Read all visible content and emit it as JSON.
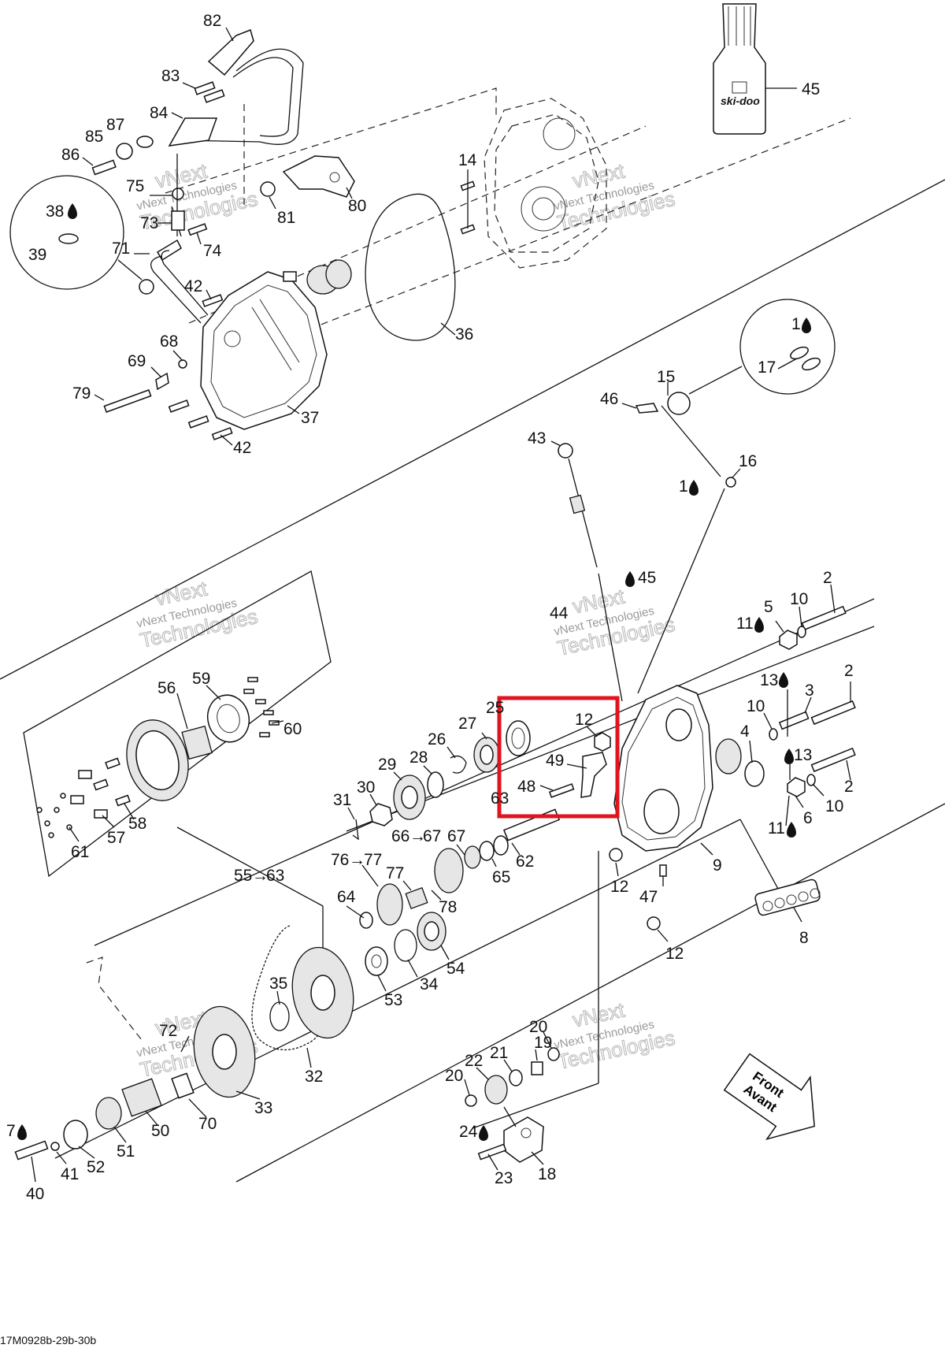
{
  "watermark": {
    "brand": "vNext",
    "company": "Technologies",
    "full": "vNext Technologies"
  },
  "figure_id": "17M0928b-29b-30b",
  "bottle_text": "ski-doo",
  "front_arrow": {
    "line1": "Front",
    "line2": "Avant"
  },
  "highlight_color": "#e0141e",
  "labels": {
    "l82": "82",
    "l83": "83",
    "l84": "84",
    "l85": "85",
    "l86": "86",
    "l87": "87",
    "l75": "75",
    "l73": "73",
    "l74": "74",
    "l71": "71",
    "l81": "81",
    "l80": "80",
    "l14": "14",
    "l45a": "45",
    "l38": "38",
    "l39": "39",
    "l42a": "42",
    "l42b": "42",
    "l36": "36",
    "l37": "37",
    "l68": "68",
    "l69": "69",
    "l79": "79",
    "l1a": "1",
    "l17": "17",
    "l15": "15",
    "l46": "46",
    "l16": "16",
    "l1b": "1",
    "l43": "43",
    "l45b": "45",
    "l44": "44",
    "l2a": "2",
    "l10a": "10",
    "l5": "5",
    "l11a": "11",
    "l13a": "13",
    "l2b": "2",
    "l3": "3",
    "l10b": "10",
    "l4": "4",
    "l13b": "13",
    "l2c": "2",
    "l10c": "10",
    "l6": "6",
    "l11b": "11",
    "l9": "9",
    "l8": "8",
    "l12a": "12",
    "l12b": "12",
    "l12c": "12",
    "l47": "47",
    "l56": "56",
    "l59": "59",
    "l60": "60",
    "l58": "58",
    "l57": "57",
    "l61": "61",
    "l25": "25",
    "l27": "27",
    "l26": "26",
    "l29": "29",
    "l28": "28",
    "l30": "30",
    "l31": "31",
    "l49": "49",
    "l48": "48",
    "l63": "63",
    "l66": "66",
    "l67a": "67",
    "l67b": "67",
    "l62": "62",
    "l65": "65",
    "l76": "76",
    "l77a": "77",
    "l77b": "77",
    "l78": "78",
    "l55": "55",
    "l63b": "63",
    "l64": "64",
    "l54": "54",
    "l34": "34",
    "l53": "53",
    "l35": "35",
    "l32": "32",
    "l33": "33",
    "l72": "72",
    "l70": "70",
    "l50": "50",
    "l51": "51",
    "l52": "52",
    "l41": "41",
    "l40": "40",
    "l7": "7",
    "l20a": "20",
    "l19": "19",
    "l21": "21",
    "l22": "22",
    "l20b": "20",
    "l24": "24",
    "l23": "23",
    "l18": "18"
  }
}
